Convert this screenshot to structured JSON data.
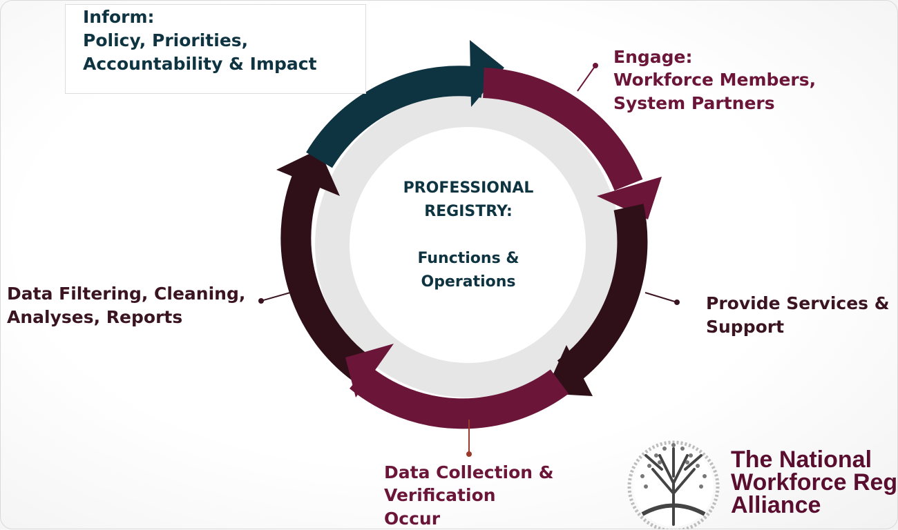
{
  "inform": {
    "heading": "Inform:",
    "line1": "Policy, Priorities,",
    "line2": "Accountability & Impact"
  },
  "engage": {
    "heading": "Engage:",
    "line1": "Workforce Members,",
    "line2": "System Partners"
  },
  "provide": {
    "line1": "Provide Services &",
    "line2": "Support"
  },
  "collection": {
    "line1": "Data Collection &",
    "line2": "Verification",
    "line3": "Occur"
  },
  "filtering": {
    "line1": "Data Filtering, Cleaning,",
    "line2": "Analyses, Reports"
  },
  "center": {
    "line1": "PROFESSIONAL",
    "line2": "REGISTRY:",
    "line3": "Functions &",
    "line4": "Operations"
  },
  "logo": {
    "line1": "The National",
    "line2": "Workforce Reg",
    "line3": "Alliance"
  },
  "colors": {
    "teal": "#0f3441",
    "plum": "#6b1538",
    "dark": "#3a1420",
    "ring": "#e6e6e6"
  }
}
